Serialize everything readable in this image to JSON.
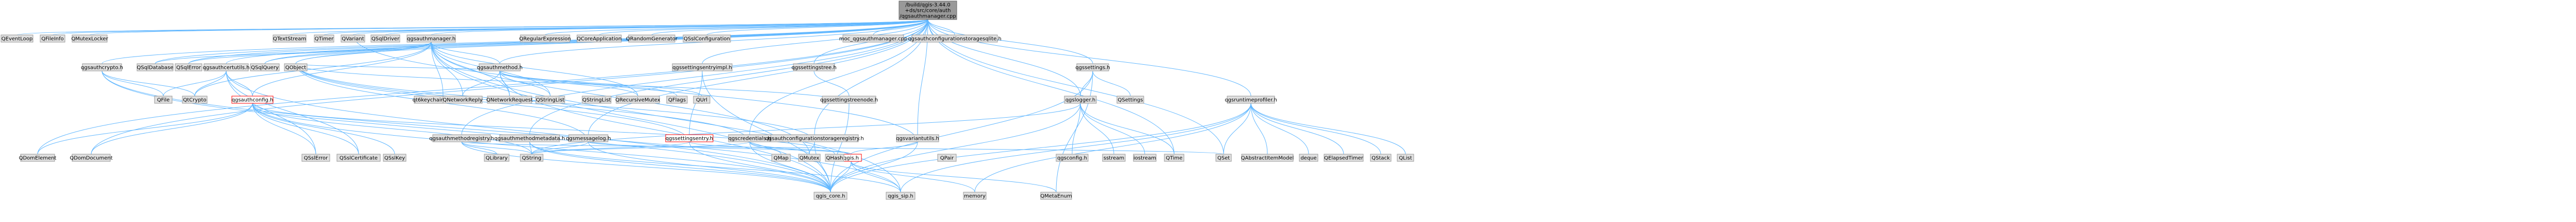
{
  "graph": {
    "kind": "include-dependency-graph",
    "colors": {
      "root_fill": "#999999",
      "root_stroke": "#666666",
      "node_fill": "#e0e0e0",
      "node_stroke": "#999999",
      "highlight_fill": "#ffffff",
      "highlight_stroke": "#ff0000",
      "highlight_text": "#ff0000",
      "edge": "#63b8ff"
    },
    "nodes": [
      {
        "id": "root",
        "label": "/build/qgis-3.44.0\n+ds/src/core/auth\n/qgsauthmanager.cpp",
        "type": "root"
      },
      {
        "id": "QEventLoop",
        "label": "QEventLoop"
      },
      {
        "id": "QFileInfo",
        "label": "QFileInfo"
      },
      {
        "id": "QMutexLocker",
        "label": "QMutexLocker"
      },
      {
        "id": "QObject",
        "label": "QObject"
      },
      {
        "id": "QSet",
        "label": "QSet"
      },
      {
        "id": "QSqlDatabase",
        "label": "QSqlDatabase"
      },
      {
        "id": "QSqlError",
        "label": "QSqlError"
      },
      {
        "id": "QSqlQuery",
        "label": "QSqlQuery"
      },
      {
        "id": "QTextStream",
        "label": "QTextStream"
      },
      {
        "id": "QTime",
        "label": "QTime"
      },
      {
        "id": "QTimer",
        "label": "QTimer"
      },
      {
        "id": "QVariant",
        "label": "QVariant"
      },
      {
        "id": "QSqlDriver",
        "label": "QSqlDriver"
      },
      {
        "id": "qgsauthmanager_h",
        "label": "qgsauthmanager.h"
      },
      {
        "id": "QRegularExpression",
        "label": "QRegularExpression"
      },
      {
        "id": "QCoreApplication",
        "label": "QCoreApplication"
      },
      {
        "id": "QRandomGenerator",
        "label": "QRandomGenerator"
      },
      {
        "id": "QSslConfiguration",
        "label": "QSslConfiguration"
      },
      {
        "id": "moc_qgsauthmanager",
        "label": "moc_qgsauthmanager.cpp"
      },
      {
        "id": "qgsauthconfigurationstoragesqlite_h",
        "label": "qgsauthconfigurationstoragesqlite.h"
      },
      {
        "id": "qgssettings_h",
        "label": "qgssettings.h"
      },
      {
        "id": "qgsruntimeprofiler_h",
        "label": "qgsruntimeprofiler.h"
      },
      {
        "id": "qgsauthcrypto_h",
        "label": "qgsauthcrypto.h"
      },
      {
        "id": "qgsauthcertutils_h",
        "label": "qgsauthcertutils.h"
      },
      {
        "id": "qgsauthmethod_h",
        "label": "qgsauthmethod.h"
      },
      {
        "id": "qtkeychain",
        "label": "qt6keychain/keychain.h"
      },
      {
        "id": "qgsauthmethodregistry_h",
        "label": "qgsauthmethodregistry.h"
      },
      {
        "id": "qgsauthmethodmetadata_h",
        "label": "qgsauthmethodmetadata.h"
      },
      {
        "id": "qgsmessagelog_h",
        "label": "qgsmessagelog.h"
      },
      {
        "id": "qgslogger_h_small",
        "label": "qgslogger.h"
      },
      {
        "id": "qgssettingstree_h",
        "label": "qgssettingstree.h"
      },
      {
        "id": "qgssettingseventrymql_h",
        "label": "qgssettingsentryimpl.h"
      },
      {
        "id": "qgscredentials_h",
        "label": "qgscredentials.h"
      },
      {
        "id": "qgsauthconfigurationstorageregistry_h",
        "label": "qgsauthconfigurationstorageregistry.h"
      },
      {
        "id": "qgsvariantutils_h",
        "label": "qgsvariantutils.h"
      },
      {
        "id": "qgssettingstreenode_h",
        "label": "qgssettingstreenode.h"
      },
      {
        "id": "qgslogger_h",
        "label": "qgslogger.h"
      },
      {
        "id": "QSettings",
        "label": "QSettings"
      },
      {
        "id": "QStringList",
        "label": "QStringList"
      },
      {
        "id": "QFile",
        "label": "QFile"
      },
      {
        "id": "QtCrypto",
        "label": "QtCrypto"
      },
      {
        "id": "QDomElement",
        "label": "QDomElement"
      },
      {
        "id": "QDomDocument",
        "label": "QDomDocument"
      },
      {
        "id": "qgsauthconfig_h",
        "label": "qgsauthconfig.h",
        "type": "highlight"
      },
      {
        "id": "QSslError",
        "label": "QSslError"
      },
      {
        "id": "QSslCertificate",
        "label": "QSslCertificate"
      },
      {
        "id": "QSslKey",
        "label": "QSslKey"
      },
      {
        "id": "QNetworkReply",
        "label": "QNetworkReply"
      },
      {
        "id": "QNetworkRequest",
        "label": "QNetworkRequest"
      },
      {
        "id": "QStringList2",
        "label": "QStringList"
      },
      {
        "id": "QRecursiveMutex",
        "label": "QRecursiveMutex"
      },
      {
        "id": "QFlags",
        "label": "QFlags"
      },
      {
        "id": "QUrl",
        "label": "QUrl"
      },
      {
        "id": "QLibrary",
        "label": "QLibrary"
      },
      {
        "id": "QString",
        "label": "QString"
      },
      {
        "id": "qgssettingsentry_h",
        "label": "qgssettingsentry.h",
        "type": "highlight"
      },
      {
        "id": "QMap",
        "label": "QMap"
      },
      {
        "id": "QMutex",
        "label": "QMutex"
      },
      {
        "id": "qgis_h",
        "label": "qgis.h",
        "type": "highlight"
      },
      {
        "id": "QPair",
        "label": "QPair"
      },
      {
        "id": "qgsconfig_h",
        "label": "qgsconfig.h"
      },
      {
        "id": "sstream",
        "label": "sstream"
      },
      {
        "id": "iostream",
        "label": "iostream"
      },
      {
        "id": "QAbstractItemModel",
        "label": "QAbstractItemModel"
      },
      {
        "id": "deque",
        "label": "deque"
      },
      {
        "id": "QElapsedTimer",
        "label": "QElapsedTimer"
      },
      {
        "id": "QStack",
        "label": "QStack"
      },
      {
        "id": "QList",
        "label": "QList"
      },
      {
        "id": "qgis_core_h",
        "label": "qgis_core.h"
      },
      {
        "id": "qgis_sip_h",
        "label": "qgis_sip.h"
      },
      {
        "id": "memory",
        "label": "memory"
      },
      {
        "id": "QMetaEnum",
        "label": "QMetaEnum"
      }
    ],
    "edges": [
      [
        "root",
        "QEventLoop"
      ],
      [
        "root",
        "QFileInfo"
      ],
      [
        "root",
        "QMutexLocker"
      ],
      [
        "root",
        "QObject"
      ],
      [
        "root",
        "QSet"
      ],
      [
        "root",
        "QSqlDatabase"
      ],
      [
        "root",
        "QSqlError"
      ],
      [
        "root",
        "QSqlQuery"
      ],
      [
        "root",
        "QTextStream"
      ],
      [
        "root",
        "QTime"
      ],
      [
        "root",
        "QTimer"
      ],
      [
        "root",
        "QVariant"
      ],
      [
        "root",
        "QSqlDriver"
      ],
      [
        "root",
        "qgsauthmanager_h"
      ],
      [
        "root",
        "QRegularExpression"
      ],
      [
        "root",
        "QCoreApplication"
      ],
      [
        "root",
        "QRandomGenerator"
      ],
      [
        "root",
        "QSslConfiguration"
      ],
      [
        "root",
        "moc_qgsauthmanager"
      ],
      [
        "root",
        "qgsauthconfigurationstoragesqlite_h"
      ],
      [
        "root",
        "qgssettings_h"
      ],
      [
        "root",
        "qgsruntimeprofiler_h"
      ],
      [
        "root",
        "qgsauthcrypto_h"
      ],
      [
        "root",
        "qgsauthcertutils_h"
      ],
      [
        "root",
        "qgsauthmethod_h"
      ],
      [
        "root",
        "qgsauthmethodregistry_h"
      ],
      [
        "root",
        "qgsauthmethodmetadata_h"
      ],
      [
        "root",
        "qgsmessagelog_h"
      ],
      [
        "root",
        "qgssettingseventrymql_h"
      ],
      [
        "root",
        "qgssettingstree_h"
      ],
      [
        "root",
        "qgscredentials_h"
      ],
      [
        "root",
        "qgsauthconfigurationstorageregistry_h"
      ],
      [
        "root",
        "qgsvariantutils_h"
      ],
      [
        "root",
        "qgslogger_h"
      ],
      [
        "root",
        "QDomElement"
      ],
      [
        "root",
        "QDomDocument"
      ],
      [
        "qgsauthmanager_h",
        "QObject"
      ],
      [
        "qgsauthmanager_h",
        "QMutex"
      ],
      [
        "qgsauthmanager_h",
        "QRecursiveMutex"
      ],
      [
        "qgsauthmanager_h",
        "QNetworkReply"
      ],
      [
        "qgsauthmanager_h",
        "QNetworkRequest"
      ],
      [
        "qgsauthmanager_h",
        "QStringList2"
      ],
      [
        "qgsauthmanager_h",
        "QSqlDatabase"
      ],
      [
        "qgsauthmanager_h",
        "QSqlError"
      ],
      [
        "qgsauthmanager_h",
        "QSqlQuery"
      ],
      [
        "qgsauthmanager_h",
        "QtCrypto"
      ],
      [
        "qgsauthmanager_h",
        "qgsauthconfig_h"
      ],
      [
        "qgsauthmanager_h",
        "qgsauthmethod_h"
      ],
      [
        "qgsauthmanager_h",
        "qtkeychain"
      ],
      [
        "qgsauthmanager_h",
        "qgis_core_h"
      ],
      [
        "qgsauthmanager_h",
        "qgis_sip_h"
      ],
      [
        "qgsauthcrypto_h",
        "QFile"
      ],
      [
        "qgsauthcrypto_h",
        "QtCrypto"
      ],
      [
        "qgsauthcrypto_h",
        "qgis_core_h"
      ],
      [
        "qgsauthcrypto_h",
        "qgis_sip_h"
      ],
      [
        "qgsauthcertutils_h",
        "QFile"
      ],
      [
        "qgsauthcertutils_h",
        "QtCrypto"
      ],
      [
        "qgsauthcertutils_h",
        "QSslCertificate"
      ],
      [
        "qgsauthcertutils_h",
        "QSslError"
      ],
      [
        "qgsauthcertutils_h",
        "qgsauthconfig_h"
      ],
      [
        "qgsauthcertutils_h",
        "qgis_core_h"
      ],
      [
        "qgsauthconfig_h",
        "QHash"
      ],
      [
        "qgsauthconfig_h",
        "QString"
      ],
      [
        "qgsauthconfig_h",
        "QDomElement"
      ],
      [
        "qgsauthconfig_h",
        "QDomDocument"
      ],
      [
        "qgsauthconfig_h",
        "QSslCertificate"
      ],
      [
        "qgsauthconfig_h",
        "QSslKey"
      ],
      [
        "qgsauthconfig_h",
        "QSslError"
      ],
      [
        "qgsauthconfig_h",
        "qgis_core_h"
      ],
      [
        "qgsauthmethod_h",
        "QObject"
      ],
      [
        "qgsauthmethod_h",
        "QFlags"
      ],
      [
        "qgsauthmethod_h",
        "QNetworkReply"
      ],
      [
        "qgsauthmethod_h",
        "QNetworkRequest"
      ],
      [
        "qgsauthmethod_h",
        "QStringList2"
      ],
      [
        "qgsauthmethod_h",
        "QUrl"
      ],
      [
        "qgsauthmethod_h",
        "QRecursiveMutex"
      ],
      [
        "qgsauthmethod_h",
        "qgis_core_h"
      ],
      [
        "qgsauthmethodregistry_h",
        "QSet"
      ],
      [
        "qgsauthmethodregistry_h",
        "QLibrary"
      ],
      [
        "qgsauthmethodregistry_h",
        "QString"
      ],
      [
        "qgsauthmethodregistry_h",
        "qgis_core_h"
      ],
      [
        "qgsauthmethodmetadata_h",
        "QString"
      ],
      [
        "qgsauthmethodmetadata_h",
        "qgis_core_h"
      ],
      [
        "qgsauthmethodmetadata_h",
        "qgis_sip_h"
      ],
      [
        "qgsmessagelog_h",
        "QString"
      ],
      [
        "qgsmessagelog_h",
        "QObject"
      ],
      [
        "qgsmessagelog_h",
        "qgis_core_h"
      ],
      [
        "qgsmessagelog_h",
        "qgis_h"
      ],
      [
        "qgssettingseventrymql_h",
        "qgssettingsentry_h"
      ],
      [
        "qgssettingseventrymql_h",
        "qgis_core_h"
      ],
      [
        "qgssettingsentry_h",
        "QString"
      ],
      [
        "qgssettingsentry_h",
        "QObject"
      ],
      [
        "qgssettingsentry_h",
        "qgis_core_h"
      ],
      [
        "qgssettingsentry_h",
        "qgis_h"
      ],
      [
        "qgssettingstree_h",
        "qgssettingstreenode_h"
      ],
      [
        "qgssettingstreenode_h",
        "QObject"
      ],
      [
        "qgssettingstreenode_h",
        "qgis_core_h"
      ],
      [
        "qgscredentials_h",
        "QObject"
      ],
      [
        "qgscredentials_h",
        "QMutex"
      ],
      [
        "qgscredentials_h",
        "QMap"
      ],
      [
        "qgscredentials_h",
        "QString"
      ],
      [
        "qgscredentials_h",
        "qgis_core_h"
      ],
      [
        "qgsauthconfigurationstorageregistry_h",
        "QObject"
      ],
      [
        "qgsauthconfigurationstorageregistry_h",
        "QMutex"
      ],
      [
        "qgsauthconfigurationstorageregistry_h",
        "qgis_core_h"
      ],
      [
        "qgsvariantutils_h",
        "QVariant"
      ],
      [
        "qgsvariantutils_h",
        "qgis_core_h"
      ],
      [
        "qgsvariantutils_h",
        "qgis_h"
      ],
      [
        "qgslogger_h",
        "iostream"
      ],
      [
        "qgslogger_h",
        "sstream"
      ],
      [
        "qgslogger_h",
        "QString"
      ],
      [
        "qgslogger_h",
        "QTime"
      ],
      [
        "qgslogger_h",
        "qgsconfig_h"
      ],
      [
        "qgslogger_h",
        "qgis_core_h"
      ],
      [
        "qgssettings_h",
        "QSettings"
      ],
      [
        "qgssettings_h",
        "QMetaEnum"
      ],
      [
        "qgssettings_h",
        "qgis_core_h"
      ],
      [
        "qgssettings_h",
        "qgslogger_h"
      ],
      [
        "qgsruntimeprofiler_h",
        "QAbstractItemModel"
      ],
      [
        "qgsruntimeprofiler_h",
        "QElapsedTimer"
      ],
      [
        "qgsruntimeprofiler_h",
        "QStack"
      ],
      [
        "qgsruntimeprofiler_h",
        "QList"
      ],
      [
        "qgsruntimeprofiler_h",
        "deque"
      ],
      [
        "qgsruntimeprofiler_h",
        "QSet"
      ],
      [
        "qgsruntimeprofiler_h",
        "memory"
      ],
      [
        "qgsruntimeprofiler_h",
        "qgis_core_h"
      ],
      [
        "qgsruntimeprofiler_h",
        "qgis_sip_h"
      ],
      [
        "qgis_h",
        "qgis_core_h"
      ],
      [
        "qgis_h",
        "qgis_sip_h"
      ],
      [
        "qgis_h",
        "QMetaEnum"
      ],
      [
        "qgis_h",
        "memory"
      ]
    ]
  }
}
